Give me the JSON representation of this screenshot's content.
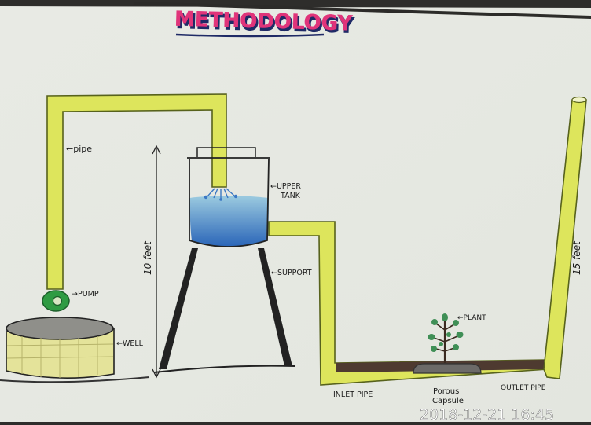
{
  "title": "METHODOLOGY",
  "timestamp": "2018-12-21 16:45",
  "labels": {
    "pipe": "←pipe",
    "pump": "→PUMP",
    "well": "←WELL",
    "upper_tank_1": "←UPPER",
    "upper_tank_2": "TANK",
    "support": "←SUPPORT",
    "plant": "←PLANT",
    "inlet_pipe": "INLET PIPE",
    "porous_capsule_1": "Porous",
    "porous_capsule_2": "Capsule",
    "outlet_pipe": "OUTLET PIPE",
    "height_tank": "10 feet",
    "height_outlet": "15 feet"
  },
  "colors": {
    "paper": "#e9ebe4",
    "pipe_fill": "#dde55c",
    "pipe_outline": "#57621c",
    "water_top": "#9ccbe0",
    "water_bottom": "#2a65b8",
    "well_fill": "#e4e39a",
    "pump_fill": "#2f9b43",
    "soil": "#4e3a30",
    "capsule": "#6c6a68",
    "leaf": "#3f8f56",
    "title_pink": "#e0347a",
    "title_navy": "#1f2a66",
    "ink": "#1b1b1b"
  }
}
